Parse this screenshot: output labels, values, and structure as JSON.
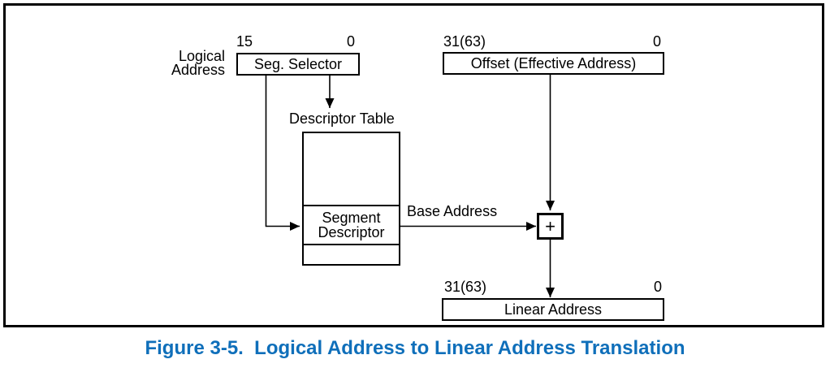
{
  "colors": {
    "ink": "#000000",
    "caption_blue": "#0f6fba",
    "background": "#ffffff"
  },
  "caption": {
    "text": "Figure 3-5.  Logical Address to Linear Address Translation"
  },
  "diagram": {
    "logical_address_label": "Logical\nAddress",
    "seg_selector": {
      "bit_high": "15",
      "bit_low": "0",
      "label": "Seg. Selector"
    },
    "offset": {
      "bit_high": "31(63)",
      "bit_low": "0",
      "label": "Offset (Effective Address)"
    },
    "descriptor_table": {
      "title": "Descriptor Table",
      "entry_label": "Segment\nDescriptor"
    },
    "base_address_label": "Base Address",
    "adder_symbol": "+",
    "linear_address": {
      "bit_high": "31(63)",
      "bit_low": "0",
      "label": "Linear Address"
    }
  }
}
